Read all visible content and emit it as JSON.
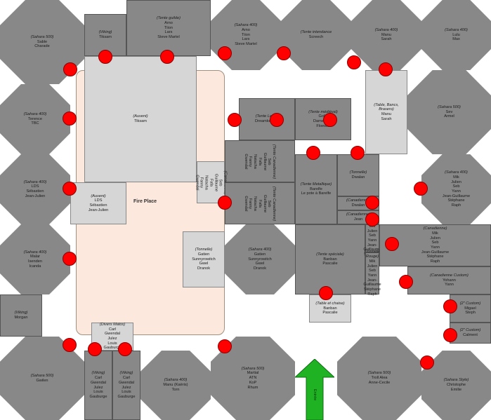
{
  "fire_place_label": "Fire Place",
  "entree_label": "Entrée",
  "tents": [
    {
      "id": "s500-sable",
      "shape": "oct",
      "type": "(Sahara 500)",
      "lines": [
        "Sable",
        "Charade"
      ]
    },
    {
      "id": "viking-tiksam",
      "shape": "box",
      "type": "(Viking)",
      "lines": [
        "Tiksam"
      ]
    },
    {
      "id": "tente-guilde",
      "shape": "box",
      "type": "(Tente guilde)",
      "lines": [
        "Arno",
        "Tiion",
        "Lars",
        "Steve Martel"
      ]
    },
    {
      "id": "s400-arno",
      "shape": "oct",
      "type": "(Sahara 400)",
      "lines": [
        "Arno",
        "Tiion",
        "Lars",
        "Steve Martel"
      ]
    },
    {
      "id": "tente-intendance",
      "shape": "oct",
      "type": "(Tente intendance",
      "lines": [
        "Screech"
      ]
    },
    {
      "id": "s400-manu",
      "shape": "oct",
      "type": "(Sahara 400)",
      "lines": [
        "Manu",
        "Sarah"
      ]
    },
    {
      "id": "s400-lulu",
      "shape": "oct",
      "type": "(Sahara 400)",
      "lines": [
        "Lulu",
        "Max"
      ]
    },
    {
      "id": "s400-terence",
      "shape": "oct",
      "type": "(Sahara 400)",
      "lines": [
        "Terence",
        "TBC"
      ]
    },
    {
      "id": "auvent-tiksam",
      "shape": "light",
      "type": "(Auvent)",
      "lines": [
        "Tiksam"
      ]
    },
    {
      "id": "tente-legio",
      "shape": "box",
      "type": "(Tente Legio)",
      "lines": [
        "Dreamkeeper"
      ]
    },
    {
      "id": "tente-medieval",
      "shape": "box",
      "type": "(Tente médiéval)",
      "lines": [
        "Golib",
        "Dame Vero",
        "Floewin"
      ]
    },
    {
      "id": "table-bancs",
      "shape": "light",
      "type": "(Table, Bancs, Brasero)",
      "lines": [
        "Manu",
        "Sarah"
      ]
    },
    {
      "id": "s500-sev",
      "shape": "oct",
      "type": "(Sahara 500)",
      "lines": [
        "Sev",
        "Armel"
      ]
    },
    {
      "id": "tente-canadienne-1",
      "shape": "box",
      "rot": true,
      "type": "(Tente Canadienne)",
      "lines": [
        "Seb",
        "Guillaume",
        "Fafa",
        "Natacha",
        "Fanny",
        "Gwendal"
      ]
    },
    {
      "id": "small-light-cell",
      "shape": "light",
      "rot": true,
      "type": "(Canadienne)",
      "lines": [
        "Seb",
        "Guillaume",
        "Fafa",
        "Natacha",
        "Fanny",
        "Gwendal"
      ]
    },
    {
      "id": "tente-canadienne-2",
      "shape": "box",
      "rot": true,
      "type": "(Tente Canadienne)",
      "lines": [
        "Seb",
        "Guillaume",
        "Fafa",
        "Natacha",
        "Fanny",
        "Gwendal"
      ]
    },
    {
      "id": "tente-metallique",
      "shape": "box",
      "type": "(Tente Metallique)",
      "lines": [
        "Barelfe",
        "Le pote à Barelfe"
      ]
    },
    {
      "id": "tonnelle-dwalan",
      "shape": "box",
      "type": "(Tonnelle)",
      "lines": [
        "Dwalan"
      ]
    },
    {
      "id": "canadienne-dwalan",
      "shape": "box",
      "type": "(Canadienne)",
      "lines": [
        "Dwalan"
      ]
    },
    {
      "id": "canadienne-jean",
      "shape": "box",
      "type": "(Canadienne)",
      "lines": [
        "Jean"
      ]
    },
    {
      "id": "s400-lds",
      "shape": "oct",
      "type": "(Sahara 400)",
      "lines": [
        "LDS",
        "Sébastien",
        "Jean-Julien"
      ]
    },
    {
      "id": "auvent-lds",
      "shape": "light",
      "type": "(Auvent)",
      "lines": [
        "LDS",
        "Sébastien",
        "Jean-Julien"
      ]
    },
    {
      "id": "s400-mik",
      "shape": "oct",
      "type": "(Sahara 400)",
      "lines": [
        "Mik",
        "Julien",
        "Seb",
        "Yann",
        "Jean-Guillaume",
        "Stéphane",
        "Raph"
      ]
    },
    {
      "id": "tonnelle-gatien",
      "shape": "light",
      "type": "(Tonnelle)",
      "lines": [
        "Gatien",
        "Sunnyrowitch",
        "Gwel",
        "Dranok"
      ]
    },
    {
      "id": "s400-gatien",
      "shape": "oct",
      "type": "(Sahara 400)",
      "lines": [
        "Gatien",
        "Sunnyrowitch",
        "Gwel",
        "Dranok"
      ]
    },
    {
      "id": "tente-speciale",
      "shape": "box",
      "type": "(Tente spéciale)",
      "lines": [
        "Banban",
        "Pascalie"
      ]
    },
    {
      "id": "tente-metal-small",
      "shape": "box",
      "type": "(Divers Matos)",
      "lines": [
        "Mik",
        "Julien",
        "Seb",
        "Yann",
        "Jean-Guillaume",
        "Stéphane",
        "Raph"
      ]
    },
    {
      "id": "tonnelle-small",
      "shape": "box",
      "type": "(Tonnelle Rouge)",
      "lines": [
        "Mik",
        "Julien",
        "Seb",
        "Yann",
        "Jean-Guillaume",
        "Stéphane",
        "Raph"
      ]
    },
    {
      "id": "canadienne-mik",
      "shape": "box",
      "type": "(Canadienne)",
      "lines": [
        "Mik",
        "Julien",
        "Seb",
        "Yann",
        "Jean-Guillaume",
        "Stéphane",
        "Raph"
      ]
    },
    {
      "id": "s400-malar",
      "shape": "oct",
      "type": "(Sahara 400)",
      "lines": [
        "Malar",
        "Isenden",
        "Icanda"
      ]
    },
    {
      "id": "canadienne-custom",
      "shape": "box",
      "type": "(Canadienne Custom)",
      "lines": [
        "Yohann",
        "Yann"
      ]
    },
    {
      "id": "table-chaise",
      "shape": "light",
      "type": "(Table et chaise)",
      "lines": [
        "Banban",
        "Pascalie"
      ]
    },
    {
      "id": "viking-morgan",
      "shape": "box",
      "type": "(Viking)",
      "lines": [
        "Morgan"
      ]
    },
    {
      "id": "divers-matos",
      "shape": "light",
      "type": "(Divers Matos)",
      "lines": [
        "Carl",
        "Gwendal",
        "Julez",
        "Louis",
        "Gauburge"
      ]
    },
    {
      "id": "custom-migael",
      "shape": "box",
      "type": "(2\" Custom)",
      "lines": [
        "Migael",
        "Steph"
      ]
    },
    {
      "id": "custom-calment",
      "shape": "box",
      "type": "(2\" Custom)",
      "lines": [
        "Calment"
      ]
    },
    {
      "id": "s500-gwilen",
      "shape": "oct",
      "type": "(Sahara 500)",
      "lines": [
        "Gwilen"
      ]
    },
    {
      "id": "viking-carl-1",
      "shape": "box",
      "type": "(Viking)",
      "lines": [
        "Carl",
        "Gwendal",
        "Julez",
        "Louis",
        "Gauburge"
      ]
    },
    {
      "id": "viking-carl-2",
      "shape": "box",
      "type": "(Viking)",
      "lines": [
        "Carl",
        "Gwendal",
        "Julez",
        "Louis",
        "Gauburge"
      ]
    },
    {
      "id": "s400-manu-torn",
      "shape": "oct",
      "type": "(Sahara 400)",
      "lines": [
        "Manu (Kaëris)",
        "Torn"
      ]
    },
    {
      "id": "s500-martial",
      "shape": "oct",
      "type": "(Sahara 500)",
      "lines": [
        "Martial",
        "ATN",
        "KoP",
        "Rhum"
      ]
    },
    {
      "id": "s500-troll",
      "shape": "oct",
      "type": "(Sahara 500)",
      "lines": [
        "Troll Alea",
        "Anne-Cecile"
      ]
    },
    {
      "id": "sahara-style",
      "shape": "oct",
      "type": "(Sahara Style)",
      "lines": [
        "Christophe",
        "Emilie"
      ]
    }
  ]
}
